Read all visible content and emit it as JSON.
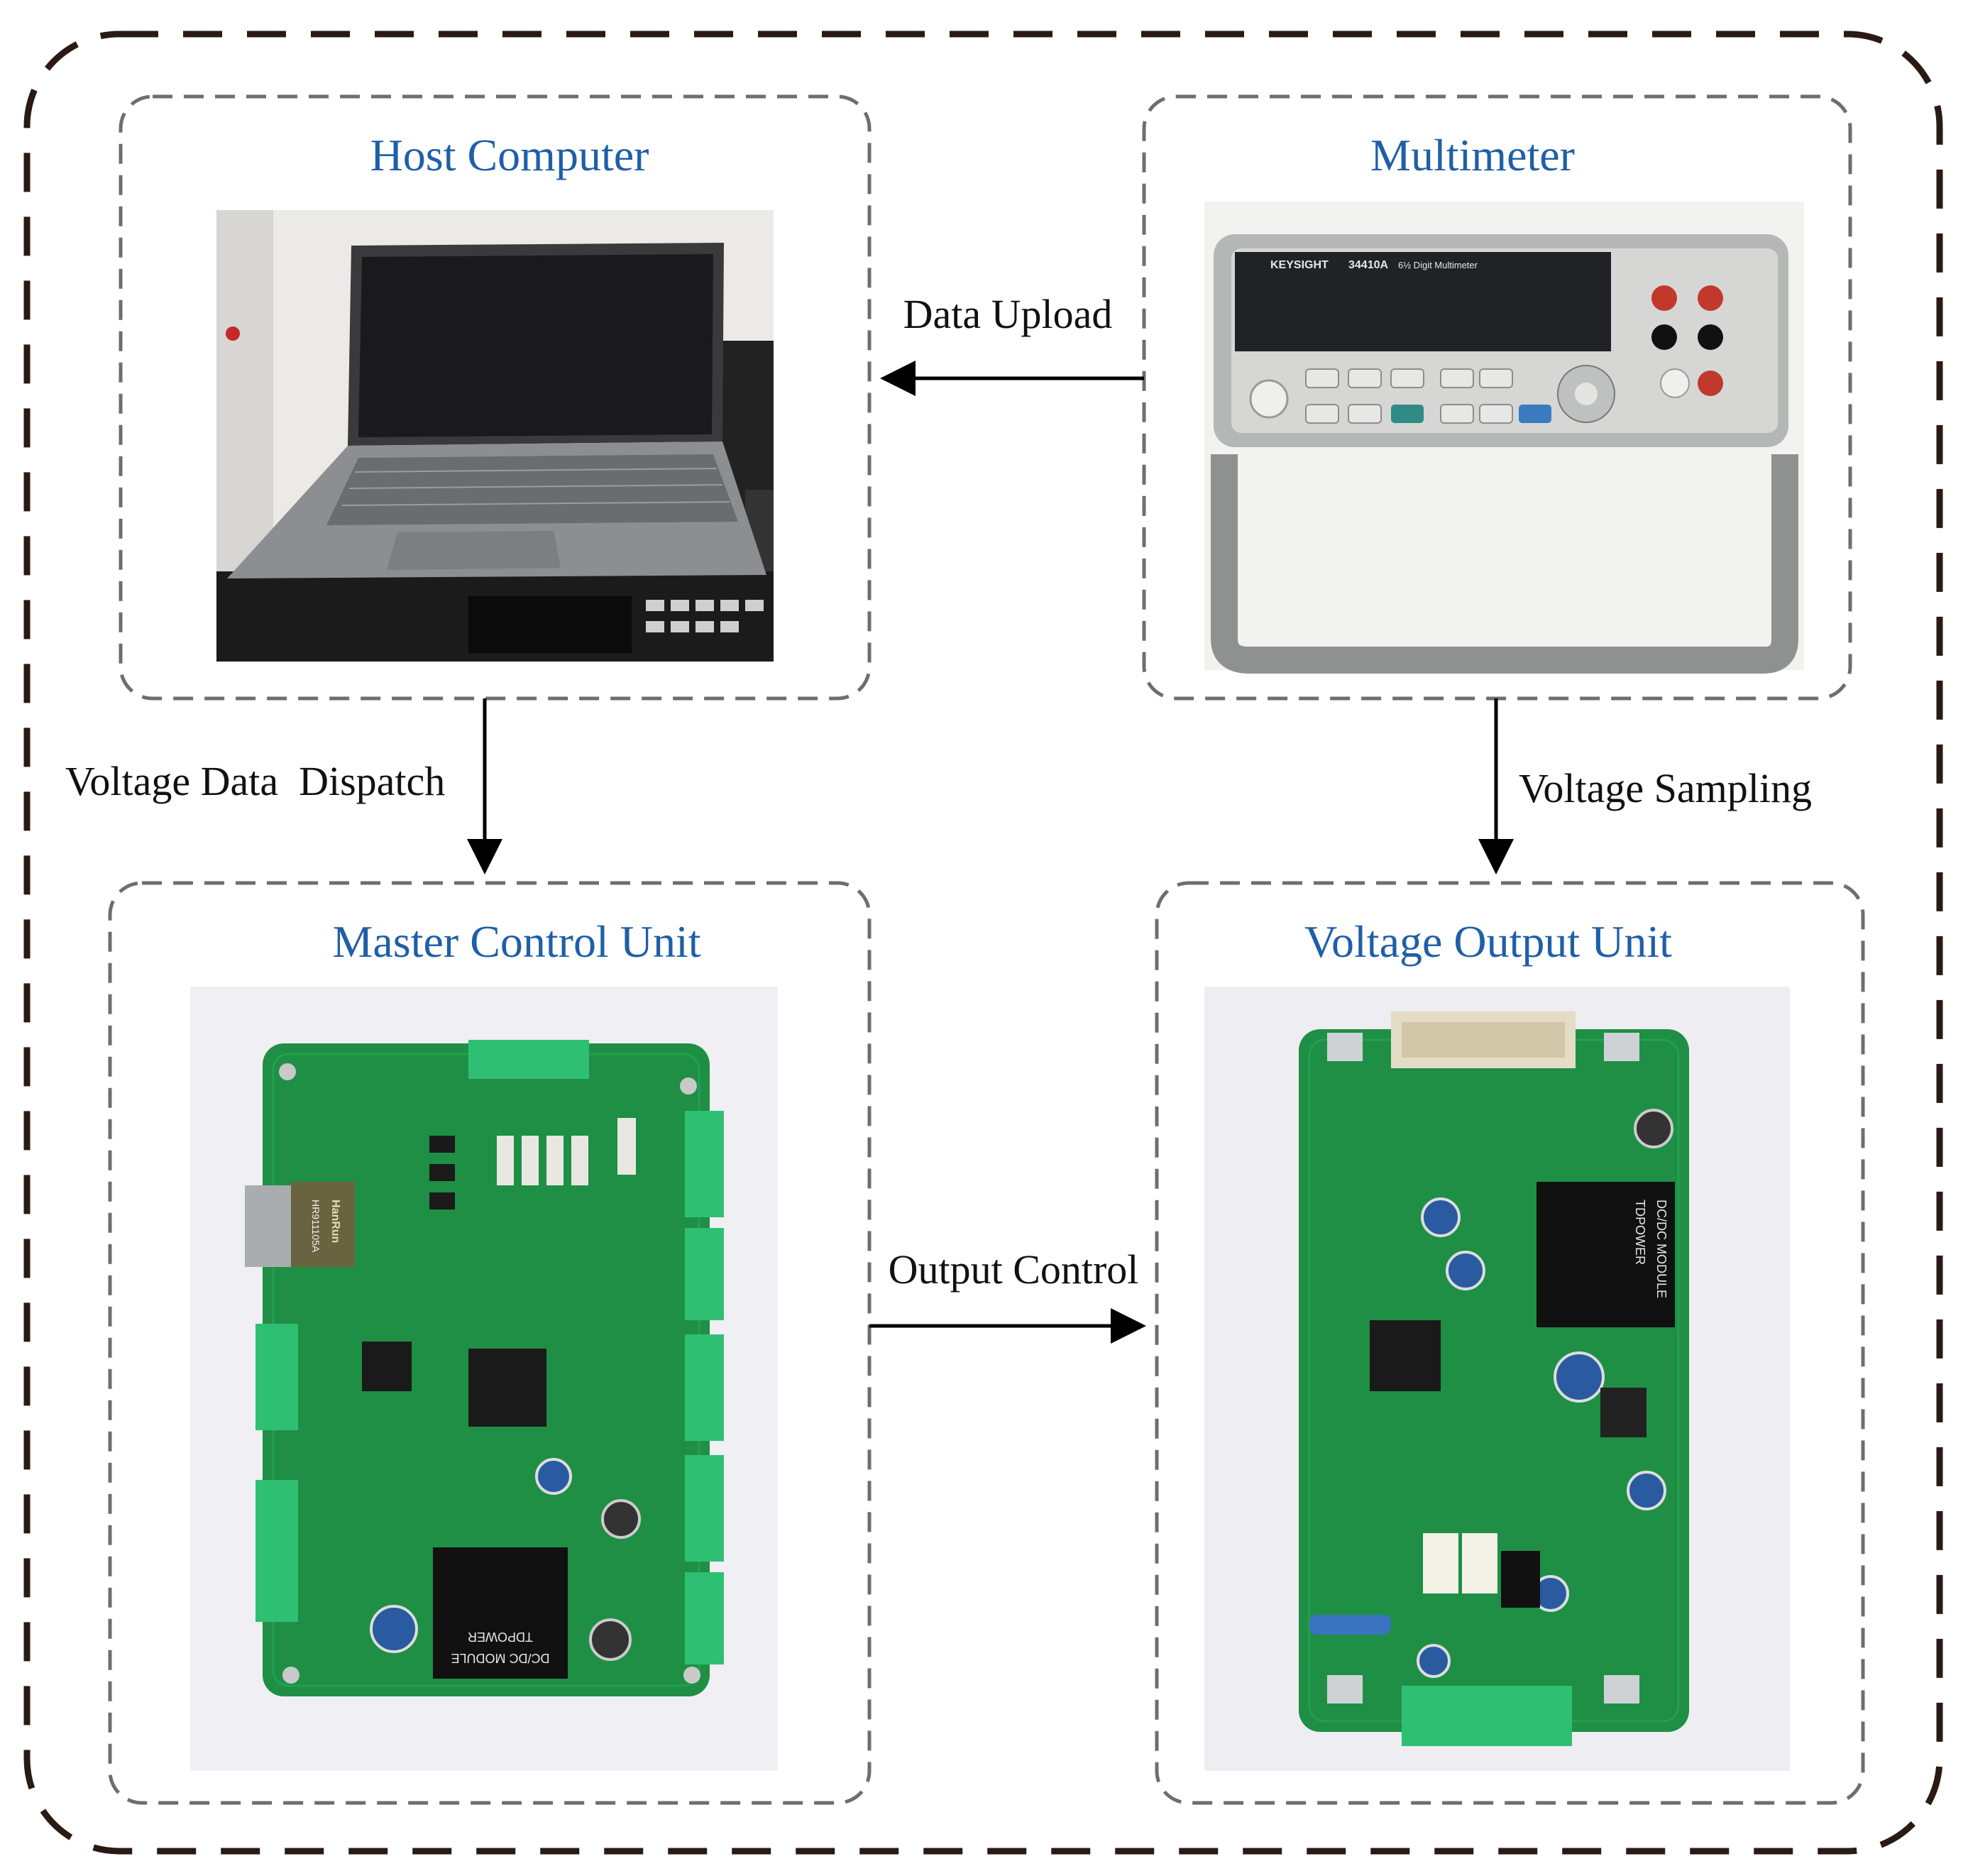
{
  "colors": {
    "title_blue": "#1f5fa8",
    "frame": "#2a1a14",
    "panel_border": "#6e6e6e",
    "arrow": "#000000",
    "pcb_green": "#1e8f45"
  },
  "panels": {
    "host_computer": {
      "title": "Host Computer"
    },
    "multimeter": {
      "title": "Multimeter"
    },
    "master_control_unit": {
      "title": "Master Control Unit"
    },
    "voltage_output_unit": {
      "title": "Voltage Output Unit"
    }
  },
  "flows": {
    "data_upload": "Data Upload",
    "voltage_data_dispatch": "Voltage Data  Dispatch",
    "voltage_sampling": "Voltage Sampling",
    "output_control": "Output Control"
  },
  "device_marks": {
    "multimeter_brand": "KEYSIGHT",
    "multimeter_model": "34410A",
    "multimeter_desc": "6½ Digit Multimeter",
    "dcdc_module_1": "DC/DC MODULE",
    "dcdc_brand_1": "TDPOWER",
    "dcdc_module_2": "DC/DC MODULE",
    "dcdc_brand_2": "TDPOWER",
    "ethernet_brand": "HanRun",
    "ethernet_part": "HR911105A"
  }
}
